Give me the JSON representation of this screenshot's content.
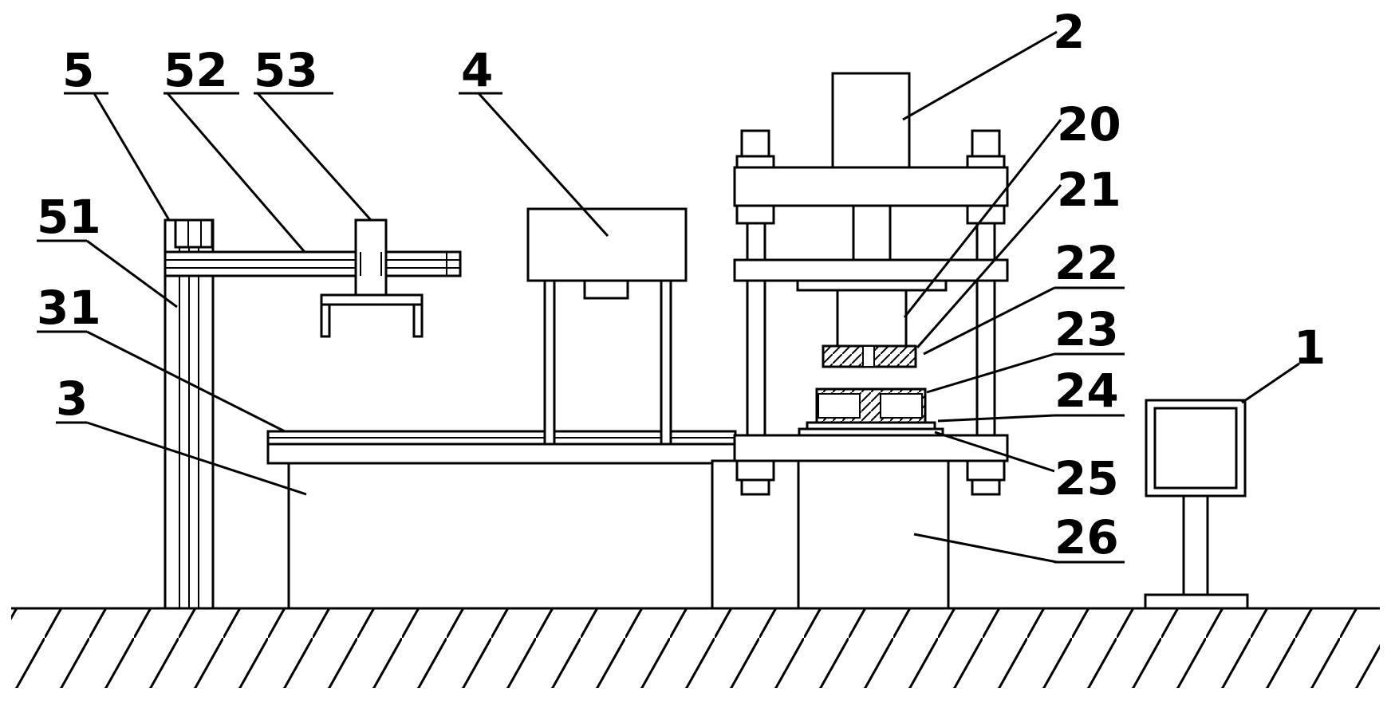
{
  "labels": {
    "l5": "5",
    "l52": "52",
    "l53": "53",
    "l4": "4",
    "l2": "2",
    "l20": "20",
    "l21": "21",
    "l22": "22",
    "l23": "23",
    "l24": "24",
    "l25": "25",
    "l26": "26",
    "l51": "51",
    "l31": "31",
    "l3": "3",
    "l1": "1"
  },
  "colors": {
    "stroke": "#000000",
    "background": "#ffffff"
  }
}
